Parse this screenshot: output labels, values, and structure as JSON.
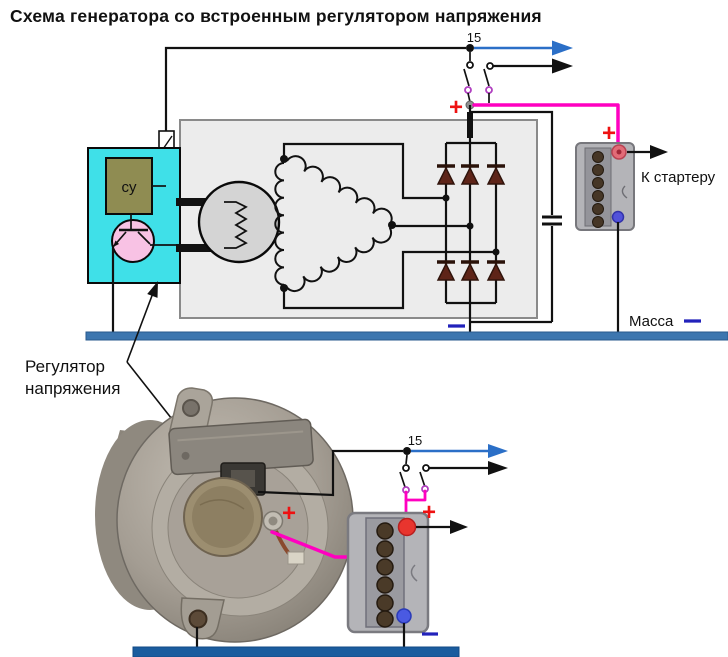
{
  "title": "Схема генератора со встроенным регулятором напряжения",
  "schematic": {
    "regulator": {
      "su_label": "су"
    },
    "ignition_terminal_label": "15",
    "rectifier_plus": "+",
    "battery_plus": "+",
    "to_starter_label": "К стартеру",
    "ground_label": "Масса"
  },
  "photo_section": {
    "caption_line1": "Регулятор",
    "caption_line2": "напряжения",
    "ignition_terminal_label": "15",
    "battery_plus": "+",
    "output_plus": "+"
  },
  "colors": {
    "wire_magenta": "#ff00c0",
    "arrow_blue": "#2b6fc7",
    "regulator_cyan": "#3fe0e8",
    "transistor_pink": "#f8c2e4",
    "control_unit_khaki": "#8f8c52",
    "diode_brown": "#5e2418",
    "ground_bus_top": "#3d76af",
    "ground_bus_bottom": "#1a5c9e",
    "plus_red": "#ee1111",
    "minus_blue": "#2222bb",
    "battery_gray": "#b4b4b8"
  }
}
